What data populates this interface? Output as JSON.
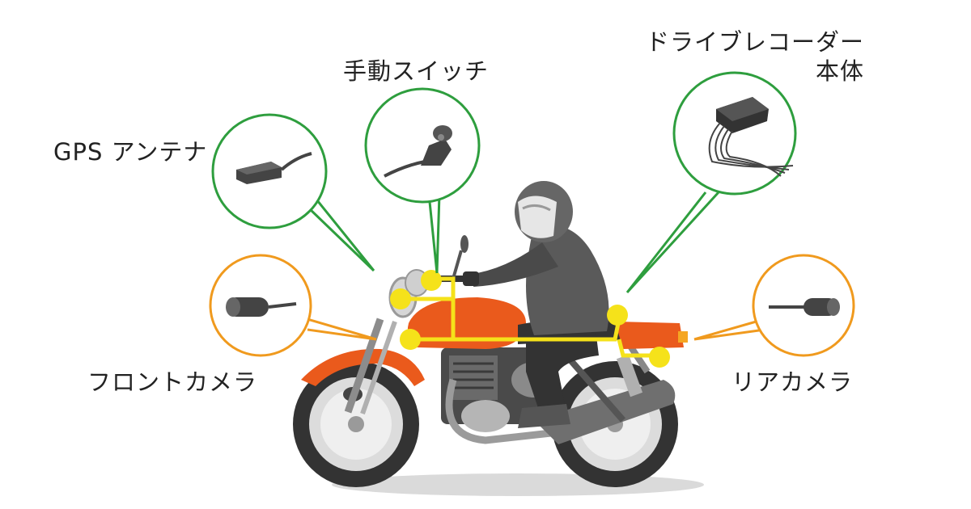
{
  "labels": {
    "gps_antenna": "GPS アンテナ",
    "manual_switch": "手動スイッチ",
    "recorder_line1": "ドライブレコーダー",
    "recorder_line2": "本体",
    "front_camera": "フロントカメラ",
    "rear_camera": "リアカメラ"
  },
  "colors": {
    "green_callout": "#2e9e3e",
    "orange_callout": "#f09a1e",
    "wiring": "#f5e21a",
    "tank": "#ea5a1c",
    "tire": "#333333",
    "rider": "#5a5a5a",
    "text": "#222222"
  },
  "icons": {
    "gps_antenna": "gps-antenna-icon",
    "manual_switch": "manual-switch-icon",
    "recorder": "recorder-unit-icon",
    "front_camera": "front-camera-icon",
    "rear_camera": "rear-camera-icon"
  }
}
